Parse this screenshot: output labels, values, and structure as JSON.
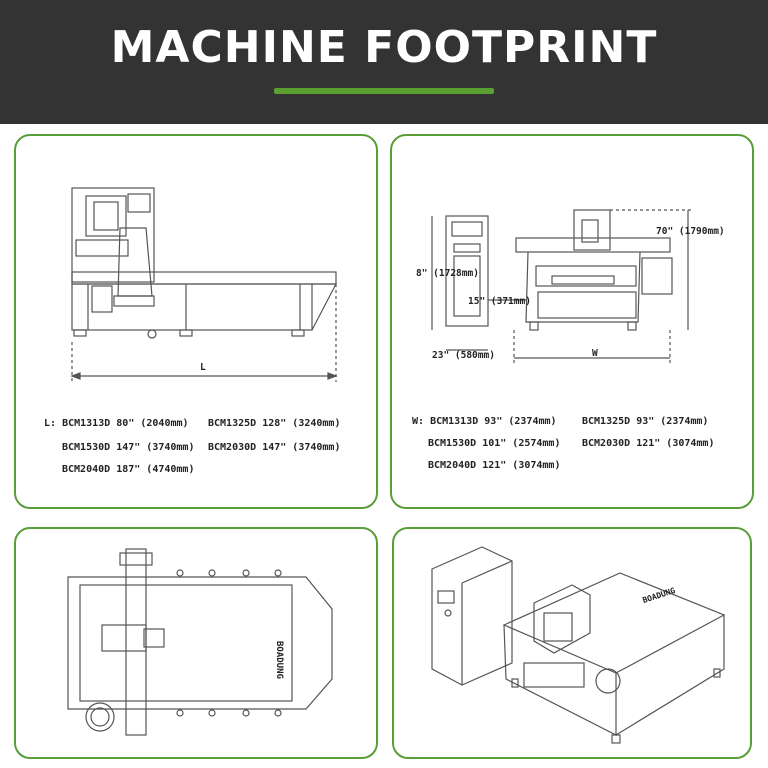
{
  "header": {
    "title": "MACHINE FOOTPRINT",
    "accent_color": "#5aa031",
    "background_color": "#333333"
  },
  "panel_border_color": "#5a9e3a",
  "length_panel": {
    "dimension_label": "L",
    "specs": [
      {
        "prefix": "L:",
        "model": "BCM1313D",
        "value": "80\" (2040mm)"
      },
      {
        "prefix": "",
        "model": "BCM1325D",
        "value": "128\" (3240mm)"
      },
      {
        "prefix": "",
        "model": "BCM1530D",
        "value": "147\" (3740mm)"
      },
      {
        "prefix": "",
        "model": "BCM2030D",
        "value": "147\" (3740mm)"
      },
      {
        "prefix": "",
        "model": "BCM2040D",
        "value": "187\" (4740mm)"
      }
    ]
  },
  "width_panel": {
    "dims": {
      "height_machine": "70\" (1790mm)",
      "height_cabinet": "8\" (1728mm)",
      "depth_gap": "15\" (371mm)",
      "cabinet_depth": "23\" (580mm)",
      "width_label": "W"
    },
    "specs": [
      {
        "prefix": "W:",
        "model": "BCM1313D",
        "value": "93\" (2374mm)"
      },
      {
        "prefix": "",
        "model": "BCM1325D",
        "value": "93\" (2374mm)"
      },
      {
        "prefix": "",
        "model": "BCM1530D",
        "value": "101\" (2574mm)"
      },
      {
        "prefix": "",
        "model": "BCM2030D",
        "value": "121\" (3074mm)"
      },
      {
        "prefix": "",
        "model": "BCM2040D",
        "value": "121\" (3074mm)"
      }
    ]
  },
  "top_view_panel": {
    "brand_text": "BOADUNG"
  },
  "perspective_panel": {
    "brand_text": "BOADUNG"
  }
}
